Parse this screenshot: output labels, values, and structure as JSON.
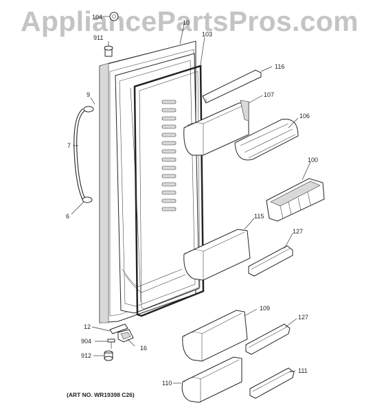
{
  "watermark": "AppliancePartsPros.com",
  "art_number": "(ART NO. WR19398 C26)",
  "callouts": {
    "c104": "104",
    "c101": "10",
    "c103": "103",
    "c911": "911",
    "c9": "9",
    "c7": "7",
    "c6": "6",
    "c116": "116",
    "c107": "107",
    "c106": "106",
    "c100": "100",
    "c115": "115",
    "c127a": "127",
    "c109": "109",
    "c127b": "127",
    "c110": "110",
    "c111": "111",
    "c12": "12",
    "c904": "904",
    "c912": "912",
    "c16": "16"
  }
}
